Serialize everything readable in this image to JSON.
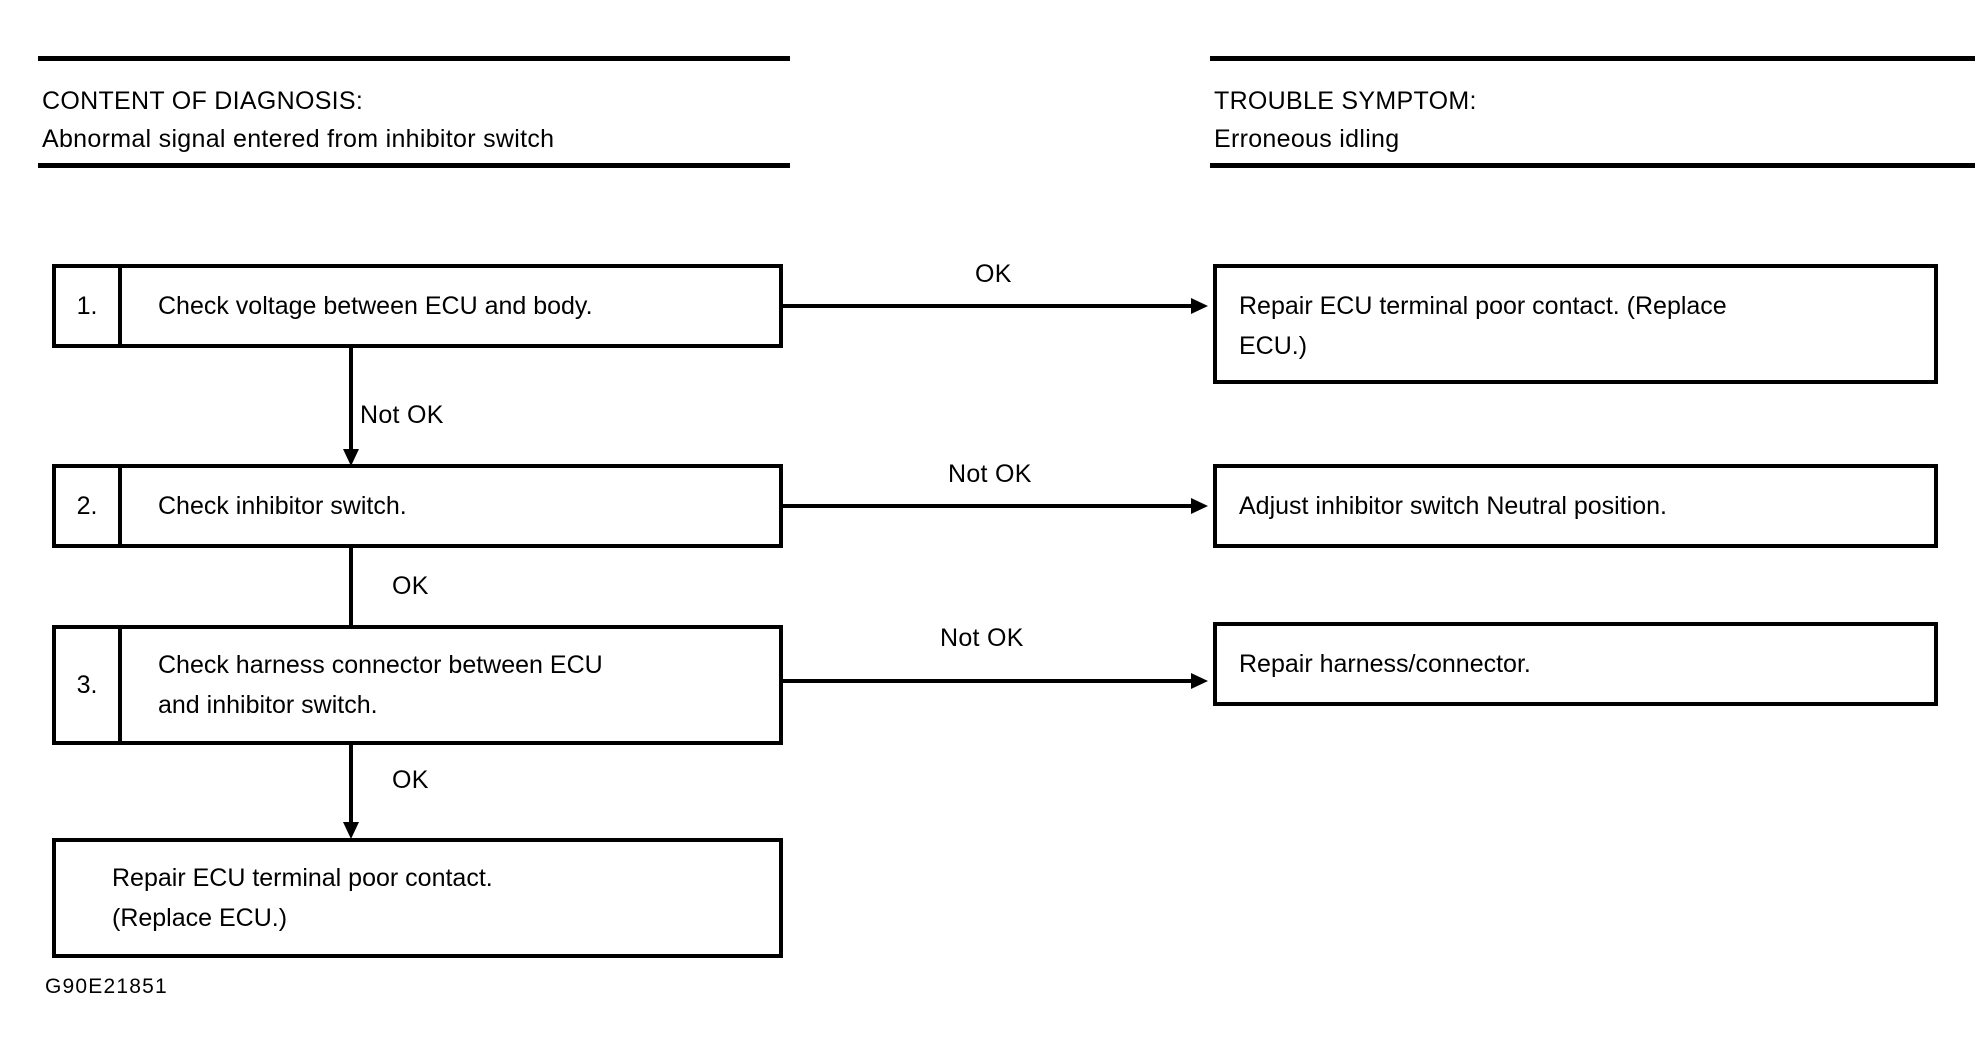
{
  "figure": {
    "code": "G90E21851"
  },
  "columns": {
    "left": {
      "heading": "CONTENT OF DIAGNOSIS:",
      "value": "Abnormal signal entered from inhibitor switch"
    },
    "right": {
      "heading": "TROUBLE SYMPTOM:",
      "value": "Erroneous idling"
    }
  },
  "flowchart": {
    "type": "diagnostic-flowchart",
    "steps": [
      {
        "number": "1.",
        "text": "Check voltage between ECU and body.",
        "branch_right": {
          "label": "OK",
          "target": "Repair ECU terminal poor contact. (Replace ECU.)"
        },
        "branch_down": {
          "label": "Not OK",
          "target_step": "2."
        }
      },
      {
        "number": "2.",
        "text": "Check inhibitor switch.",
        "branch_right": {
          "label": "Not OK",
          "target": "Adjust inhibitor switch Neutral position."
        },
        "branch_down": {
          "label": "OK",
          "target_step": "3."
        }
      },
      {
        "number": "3.",
        "text_line1": "Check harness connector between ECU",
        "text_line2": "and inhibitor switch.",
        "branch_right": {
          "label": "Not OK",
          "target": "Repair harness/connector."
        },
        "branch_down": {
          "label": "OK",
          "target_step": "final"
        }
      }
    ],
    "results": [
      {
        "line1": "Repair ECU terminal poor contact. (Replace",
        "line2": "ECU.)"
      },
      {
        "line1": "Adjust inhibitor switch Neutral position.",
        "line2": ""
      },
      {
        "line1": "Repair harness/connector.",
        "line2": ""
      }
    ],
    "final_box": {
      "line1": "Repair ECU terminal poor contact.",
      "line2": "(Replace ECU.)"
    },
    "edge_labels": {
      "step1_right": "OK",
      "step1_down": "Not OK",
      "step2_right": "Not OK",
      "step2_down": "OK",
      "step3_right": "Not OK",
      "step3_down": "OK"
    }
  }
}
